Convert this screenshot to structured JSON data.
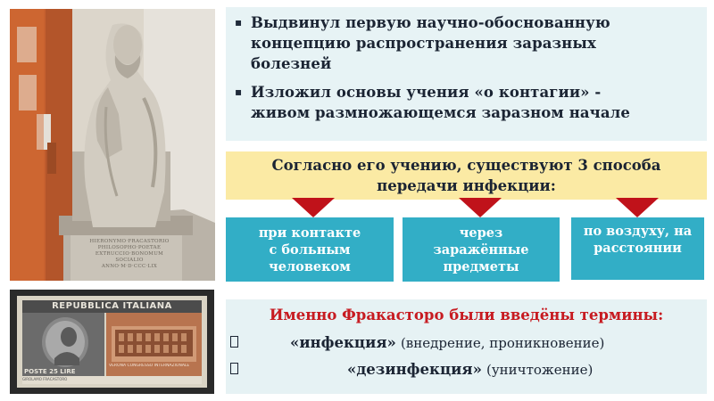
{
  "bullets": {
    "marker": "▪",
    "items": [
      {
        "line1": "Выдвинул первую научно-обоснованную",
        "line2": "концепцию распространения заразных",
        "line3": "болезней"
      },
      {
        "line1": "Изложил основы  учения «о контагии» -",
        "line2": "живом размножающемся заразном начале"
      }
    ]
  },
  "banner": {
    "line1": "Согласно его учению, существуют 3 способа",
    "line2": "передачи инфекции:"
  },
  "ways": [
    {
      "line1": "при контакте",
      "line2": "с больным",
      "line3": "человеком"
    },
    {
      "line1": "через",
      "line2": "заражённые",
      "line3": "предметы"
    },
    {
      "line1": "по воздуху, на",
      "line2": "расстоянии"
    }
  ],
  "terms": {
    "title": "Именно Фракасторо  были введёны термины:",
    "items": [
      {
        "term": "«инфекция»",
        "note": "(внедрение, проникновение)"
      },
      {
        "term": "«дезинфекция»",
        "note": "(уничтожение)"
      }
    ]
  },
  "statue": {
    "plaque_lines": [
      "HIERONYMO·FRACASTORIO",
      "PHILOSOPHO·POETAE",
      "EXTRUCCIO·BONOMUM",
      "SOCIALIO",
      "ANNO·M·D·CCC·LIX"
    ]
  },
  "stamp": {
    "country": "REPUBBLICA ITALIANA",
    "value": "POSTE 25 LIRE",
    "left_caption": "GIROLAMO FRACASTORO",
    "right_caption": "VERONA CONGRESSO INTERNAZIONALE"
  },
  "colors": {
    "bullet_box": "#e7f3f5",
    "banner": "#fbeaa4",
    "way_box": "#32aec6",
    "arrow": "#c0121a",
    "terms_title": "#c71b21"
  }
}
